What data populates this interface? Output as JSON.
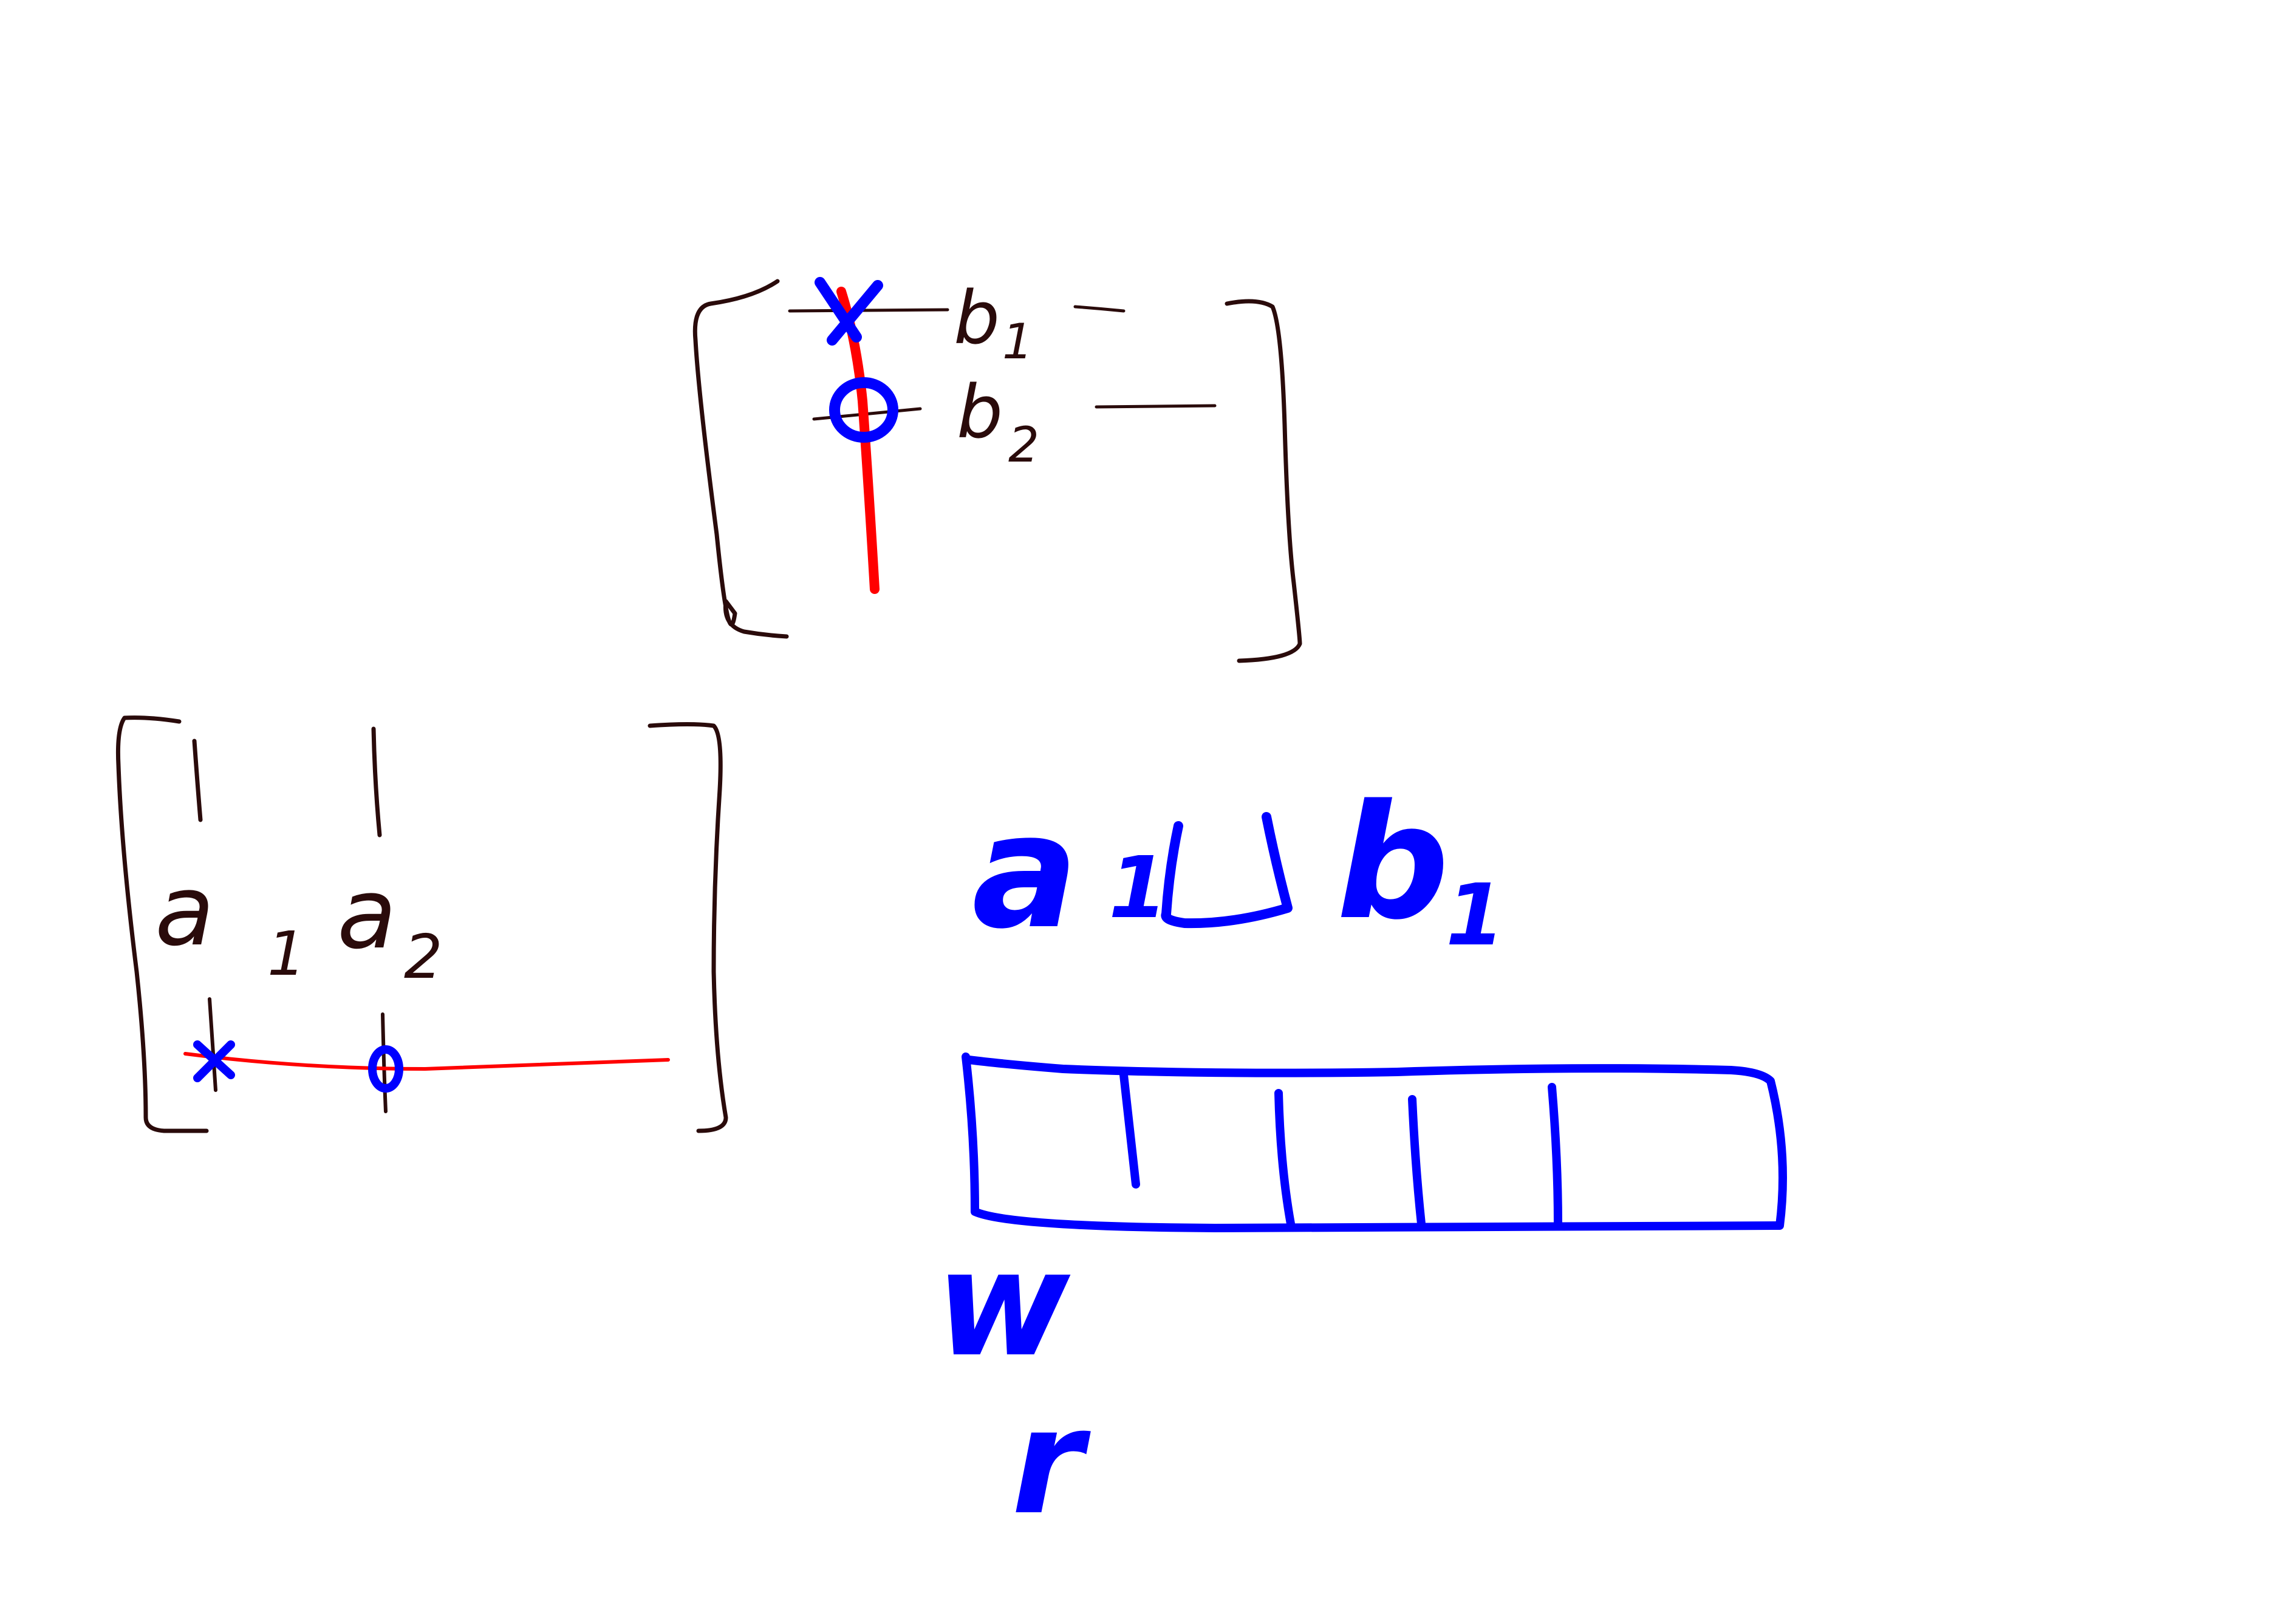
{
  "colors": {
    "background": "#ffffff",
    "matrix_ink": "#2a0b0b",
    "annotation_blue": "#0000ff",
    "highlight_red": "#ff0000"
  },
  "matrix_b": {
    "rows": [
      {
        "label": "b",
        "subscript": "1"
      },
      {
        "label": "b",
        "subscript": "2"
      }
    ]
  },
  "matrix_a": {
    "columns": [
      {
        "label": "a",
        "subscript": "1"
      },
      {
        "label": "a",
        "subscript": "2"
      }
    ]
  },
  "outer_product": {
    "left": {
      "label": "a",
      "subscript": "1"
    },
    "right": {
      "label": "b",
      "subscript": "1"
    }
  },
  "buffer": {
    "cells": 5,
    "label_lines": [
      "w",
      "r"
    ]
  }
}
